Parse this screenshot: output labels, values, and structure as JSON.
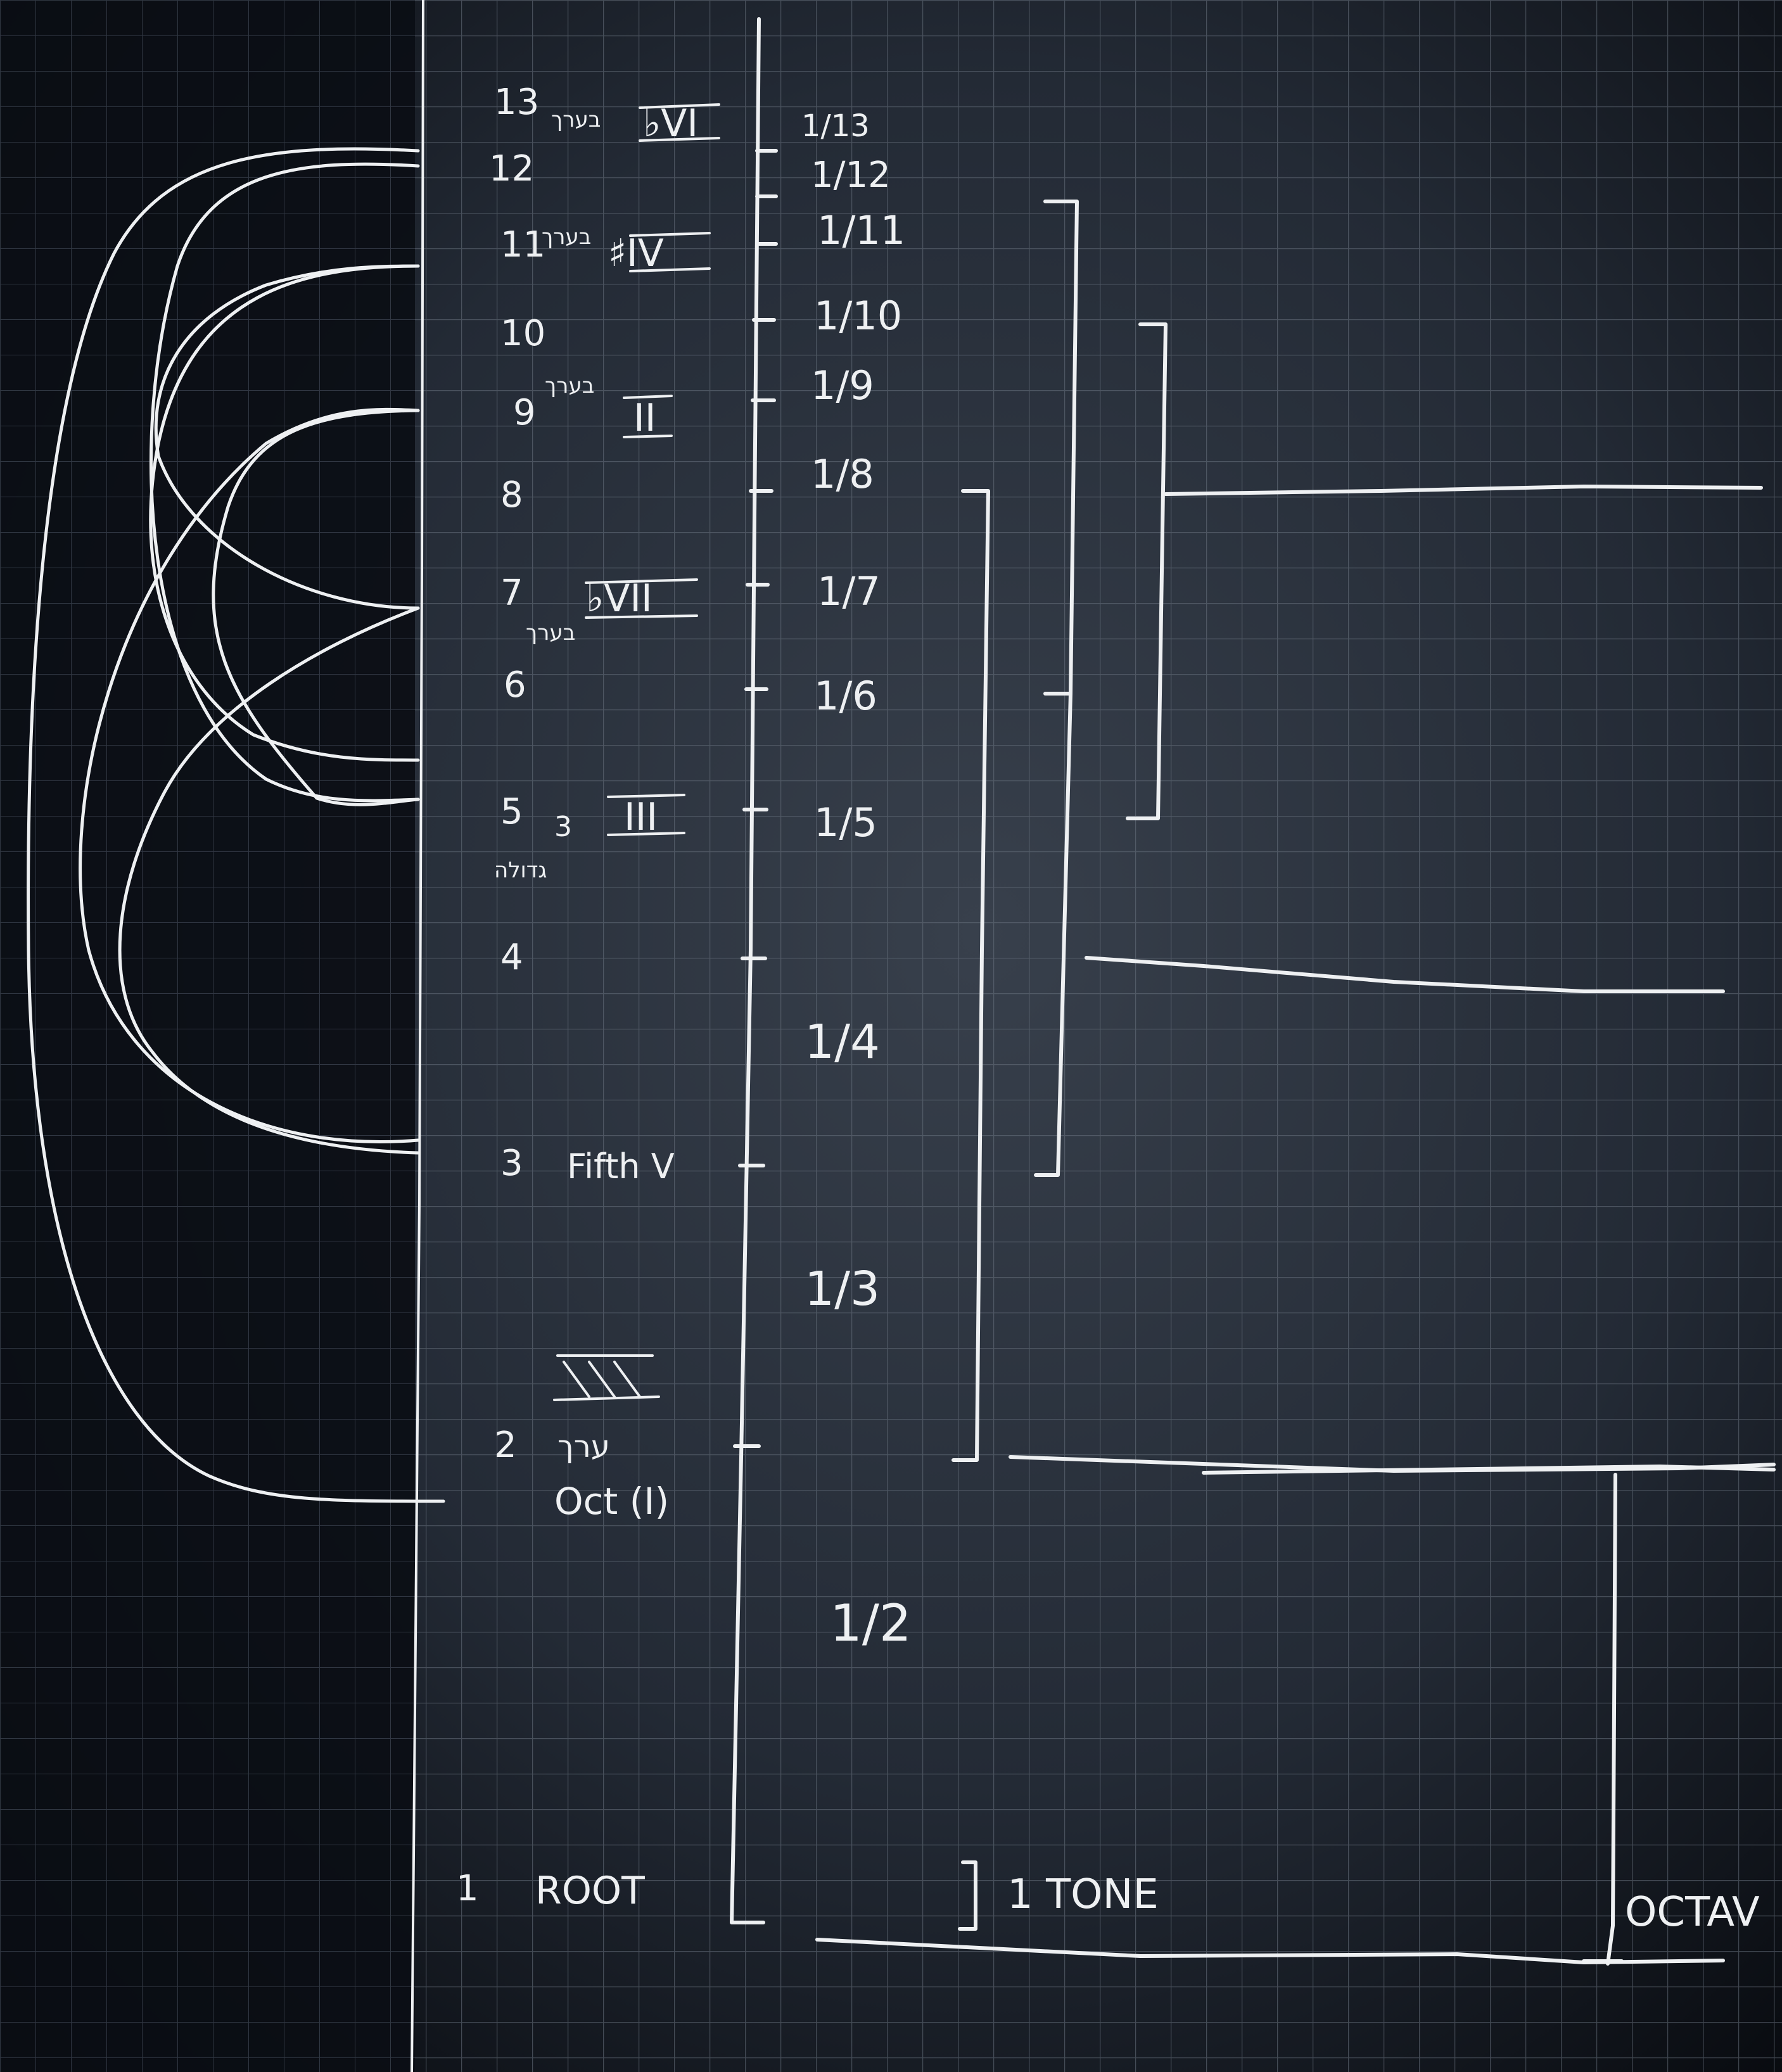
{
  "harmonics": [
    {
      "n": "13",
      "hebrew": "בערך",
      "roman": "♭VI",
      "fraction": "1/13"
    },
    {
      "n": "12",
      "hebrew": "",
      "roman": "",
      "fraction": "1/12"
    },
    {
      "n": "11",
      "hebrew": "בערך",
      "roman": "♯IV",
      "fraction": "1/11"
    },
    {
      "n": "10",
      "hebrew": "",
      "roman": "",
      "fraction": "1/10"
    },
    {
      "n": "9",
      "hebrew": "בערך",
      "roman": "II",
      "fraction": "1/9"
    },
    {
      "n": "8",
      "hebrew": "",
      "roman": "",
      "fraction": "1/8"
    },
    {
      "n": "7",
      "hebrew": "בערך",
      "roman": "♭VII",
      "fraction": "1/7"
    },
    {
      "n": "6",
      "hebrew": "",
      "roman": "",
      "fraction": "1/6"
    },
    {
      "n": "5",
      "hebrew": "גדולה",
      "roman": "III",
      "fraction": "1/5"
    },
    {
      "n": "4",
      "hebrew": "",
      "roman": "",
      "fraction": "1/4"
    },
    {
      "n": "3",
      "hebrew": "",
      "roman": "Fifth V",
      "fraction": "1/3"
    },
    {
      "n": "2",
      "hebrew": "",
      "roman": "Oct (I)",
      "fraction": "1/2"
    },
    {
      "n": "1",
      "hebrew": "",
      "roman": "Root",
      "fraction": ""
    }
  ],
  "labels": {
    "root": "ROOT",
    "fifth": "Fifth V",
    "octave_short": "Oct (I)",
    "one_tone": "1 TONE",
    "octave": "OCTAV",
    "third_marker": "3",
    "scribble": "ערך"
  },
  "colors": {
    "board": "#161c26",
    "chalk": "#eef0f2",
    "grid": "#5d6673",
    "left_panel": "#0a0d13"
  }
}
